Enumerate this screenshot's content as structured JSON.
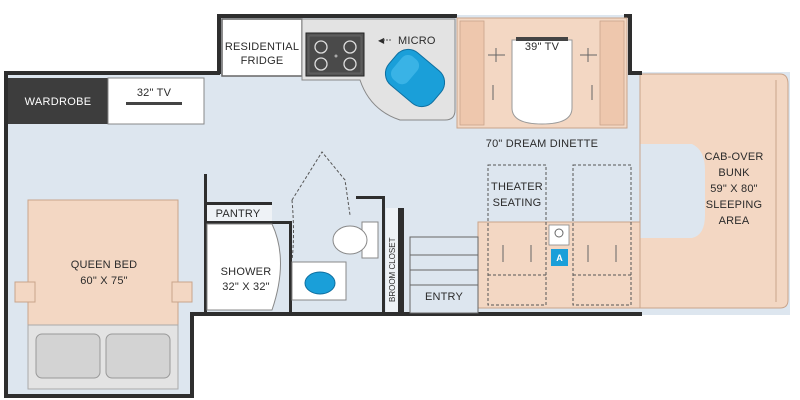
{
  "labels": {
    "wardrobe": "WARDROBE",
    "tv_bedroom": "32\" TV",
    "fridge_line1": "RESIDENTIAL",
    "fridge_line2": "FRIDGE",
    "micro": "MICRO",
    "tv_dinette": "39\" TV",
    "dinette": "70\" DREAM DINETTE",
    "cab_line1": "CAB-OVER",
    "cab_line2": "BUNK",
    "cab_line3": "59\" X 80\"",
    "cab_line4": "SLEEPING",
    "cab_line5": "AREA",
    "theater_line1": "THEATER",
    "theater_line2": "SEATING",
    "badge": "A",
    "pantry": "PANTRY",
    "shower_line1": "SHOWER",
    "shower_line2": "32\" X 32\"",
    "broom_closet": "BROOM CLOSET",
    "entry": "ENTRY",
    "bed_line1": "QUEEN BED",
    "bed_line2": "60\" X 75\""
  },
  "colors": {
    "floor": "#dde6ef",
    "wall": "#2e2e2e",
    "furniture": "#f3d7c3",
    "furniture_stroke": "#c9a48b",
    "wardrobe": "#3d3d3d",
    "accent": "#1a9fd9",
    "counter": "#e3e3e3"
  }
}
